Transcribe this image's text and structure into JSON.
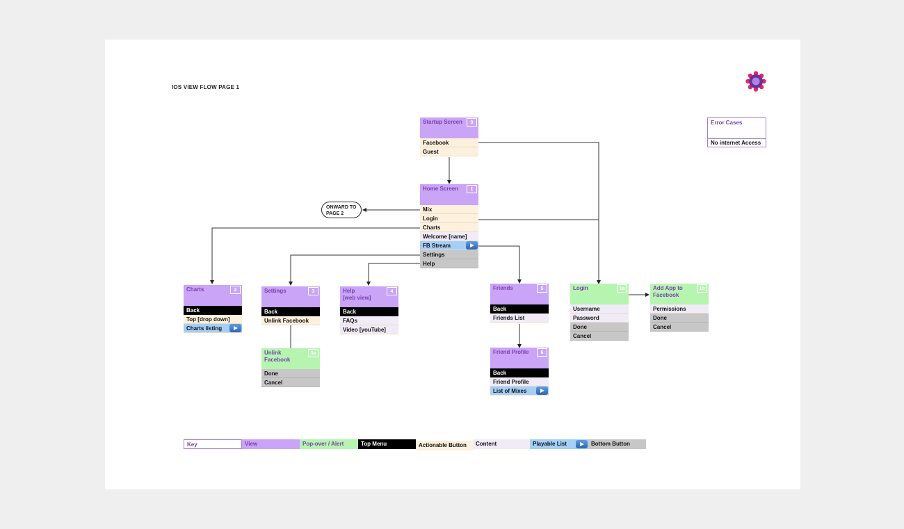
{
  "title": "IOS VIEW FLOW PAGE 1",
  "onward": {
    "line1": "ONWARD TO",
    "line2": "PAGE 2"
  },
  "error_cases": {
    "title": "Error Cases",
    "items": [
      "No internet Access"
    ]
  },
  "colors": {
    "view": "#c9a4f7",
    "popover": "#b6f5b0",
    "top_menu": "#000000",
    "actionable": "#fdf0dc",
    "content": "#f0ebf7",
    "playable": "#a5cff7",
    "bottom": "#c7c7c7",
    "accent": "#7a3fb0"
  },
  "screens": {
    "startup": {
      "title": "Startup Screen",
      "num": "0",
      "rows": [
        "Facebook",
        "Guest"
      ]
    },
    "home": {
      "title": "Home Screen",
      "num": "1",
      "rows": [
        "Mix",
        "Login",
        "Charts",
        "Welcome [name]",
        "FB Stream",
        "Settings",
        "Help"
      ]
    },
    "charts": {
      "title": "Charts",
      "num": "2",
      "rows": [
        "Back",
        "Top [drop down]",
        "Charts listing"
      ]
    },
    "settings": {
      "title": "Settings",
      "num": "3",
      "rows": [
        "Back",
        "Unlink Facebook"
      ]
    },
    "unlink": {
      "title1": "Unlink",
      "title2": "Facebook",
      "num": "3a",
      "rows": [
        "Done",
        "Cancel"
      ]
    },
    "help": {
      "title1": "Help",
      "title2": "[web view]",
      "num": "4",
      "rows": [
        "Back",
        "FAQs",
        "Video [youTube]"
      ]
    },
    "friends": {
      "title": "Friends",
      "num": "5",
      "rows": [
        "Back",
        "Friends List"
      ]
    },
    "friend_profile": {
      "title": "Friend Profile",
      "num": "6",
      "rows": [
        "Back",
        "Friend Profile",
        "List of Mixes"
      ]
    },
    "login": {
      "title": "Login",
      "num": "1a",
      "rows": [
        "Username",
        "Password",
        "Done",
        "Cancel"
      ]
    },
    "add_app": {
      "title1": "Add App to",
      "title2": "Facebook",
      "num": "1b",
      "rows": [
        "Permissions",
        "Done",
        "Cancel"
      ]
    }
  },
  "legend": [
    "Key",
    "View",
    "Pop-over / Alert",
    "Top Menu",
    "Actionable Button",
    "Content",
    "Playable List",
    "Bottom Button"
  ]
}
